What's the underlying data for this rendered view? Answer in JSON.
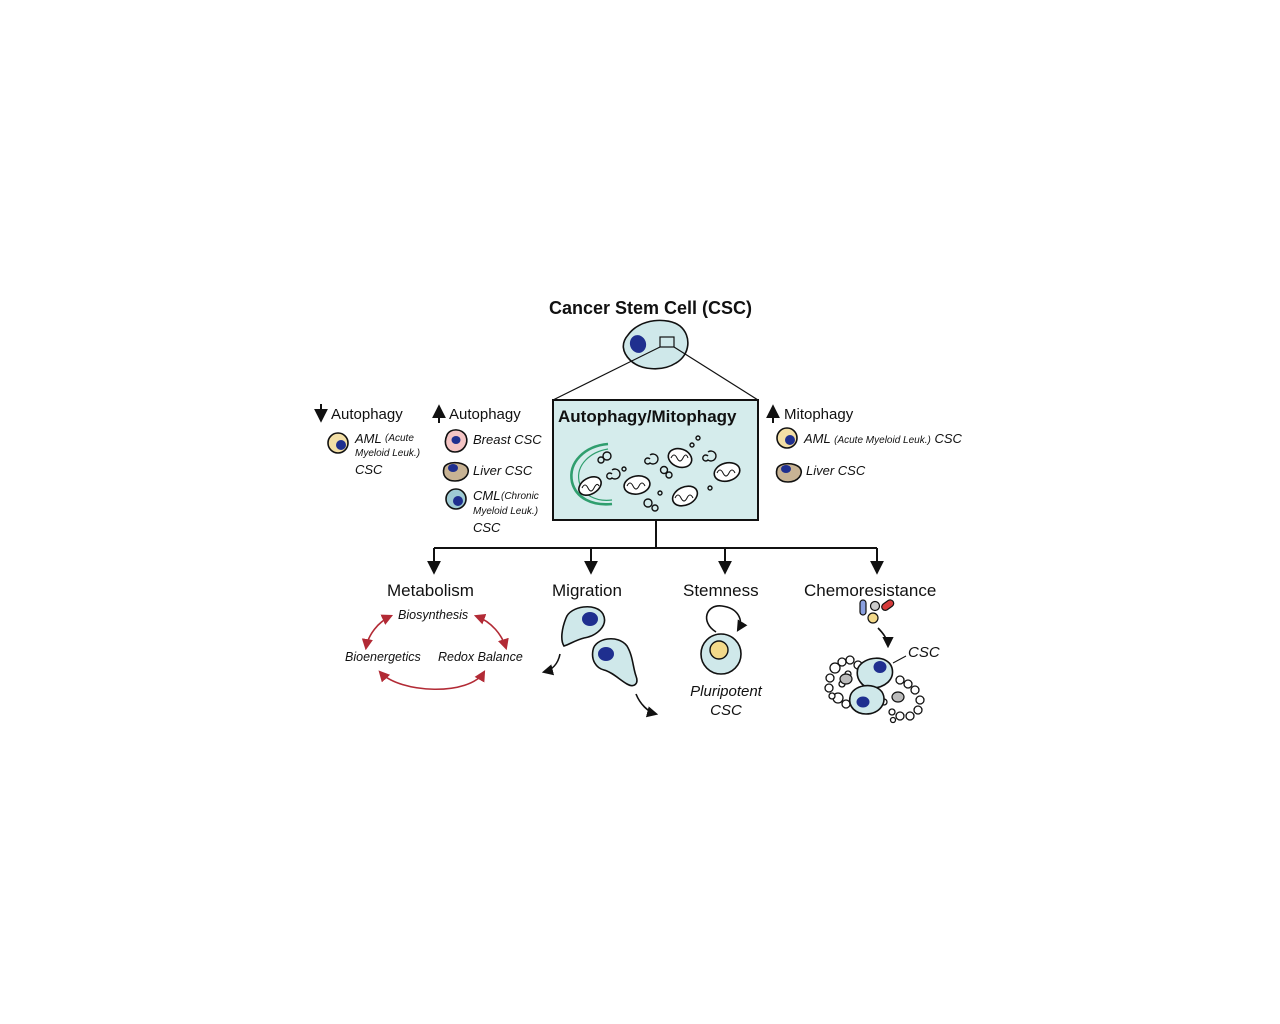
{
  "title": "Cancer Stem Cell (CSC)",
  "box_title": "Autophagy/Mitophagy",
  "left_group": {
    "heading": "Autophagy",
    "direction": "down",
    "items": [
      {
        "main": "AML",
        "note": "(Acute Myeloid Leuk.)",
        "tail": "CSC",
        "cell_color": "#f3dfa6",
        "nucleus_color": "#1f2f8f"
      }
    ]
  },
  "mid_group": {
    "heading": "Autophagy",
    "direction": "up",
    "items": [
      {
        "main": "Breast CSC",
        "cell_color": "#f4c4c4",
        "nucleus_color": "#1f2f8f"
      },
      {
        "main": "Liver CSC",
        "cell_color": "#c8b394",
        "nucleus_color": "#1f2f8f"
      },
      {
        "main": "CML",
        "note": "(Chronic Myeloid Leuk.)",
        "tail": "CSC",
        "cell_color": "#9fcbd4",
        "nucleus_color": "#1f2f8f"
      }
    ]
  },
  "right_group": {
    "heading": "Mitophagy",
    "direction": "up",
    "items": [
      {
        "main": "AML",
        "note": "(Acute Myeloid Leuk.)",
        "tail": "CSC",
        "cell_color": "#f3dfa6",
        "nucleus_color": "#1f2f8f"
      },
      {
        "main": "Liver CSC",
        "cell_color": "#c8b394",
        "nucleus_color": "#1f2f8f"
      }
    ]
  },
  "outcomes": {
    "metabolism": {
      "heading": "Metabolism",
      "nodes": [
        "Biosynthesis",
        "Bioenergetics",
        "Redox Balance"
      ]
    },
    "migration": {
      "heading": "Migration"
    },
    "stemness": {
      "heading": "Stemness",
      "caption": "Pluripotent CSC"
    },
    "chemoresistance": {
      "heading": "Chemoresistance",
      "label": "CSC"
    }
  },
  "colors": {
    "cell_fill": "#cfe8ea",
    "nucleus": "#1f2f8f",
    "cycle_arrows": "#b22a35",
    "mito_green": "#2f9e6e",
    "yellow_nucleus": "#f3d98a",
    "line": "#111111"
  }
}
